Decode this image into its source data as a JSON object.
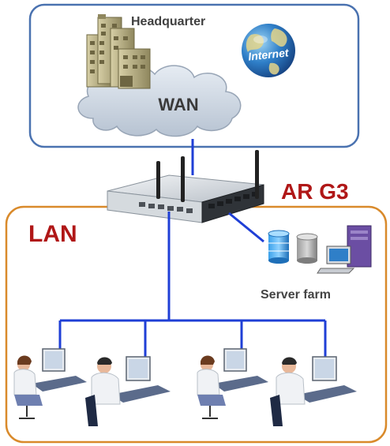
{
  "wan_region": {
    "headquarter_label": "Headquarter",
    "internet_label": "Internet",
    "wan_label": "WAN"
  },
  "router": {
    "label": "AR G3",
    "icon": "router-icon"
  },
  "lan_region": {
    "label": "LAN"
  },
  "server_farm": {
    "label": "Server farm",
    "icons": [
      "database-icon",
      "storage-icon",
      "server-workstation-icon"
    ]
  },
  "clients": {
    "count_label": "",
    "icons": [
      "user-workstation-icon",
      "user-workstation-icon",
      "user-workstation-icon",
      "user-workstation-icon"
    ]
  },
  "colors": {
    "wan_border": "#4a72b0",
    "lan_border": "#d98a2b",
    "link": "#1f3fd6",
    "accent_text": "#b01717",
    "cloud": "#c9d3df"
  }
}
